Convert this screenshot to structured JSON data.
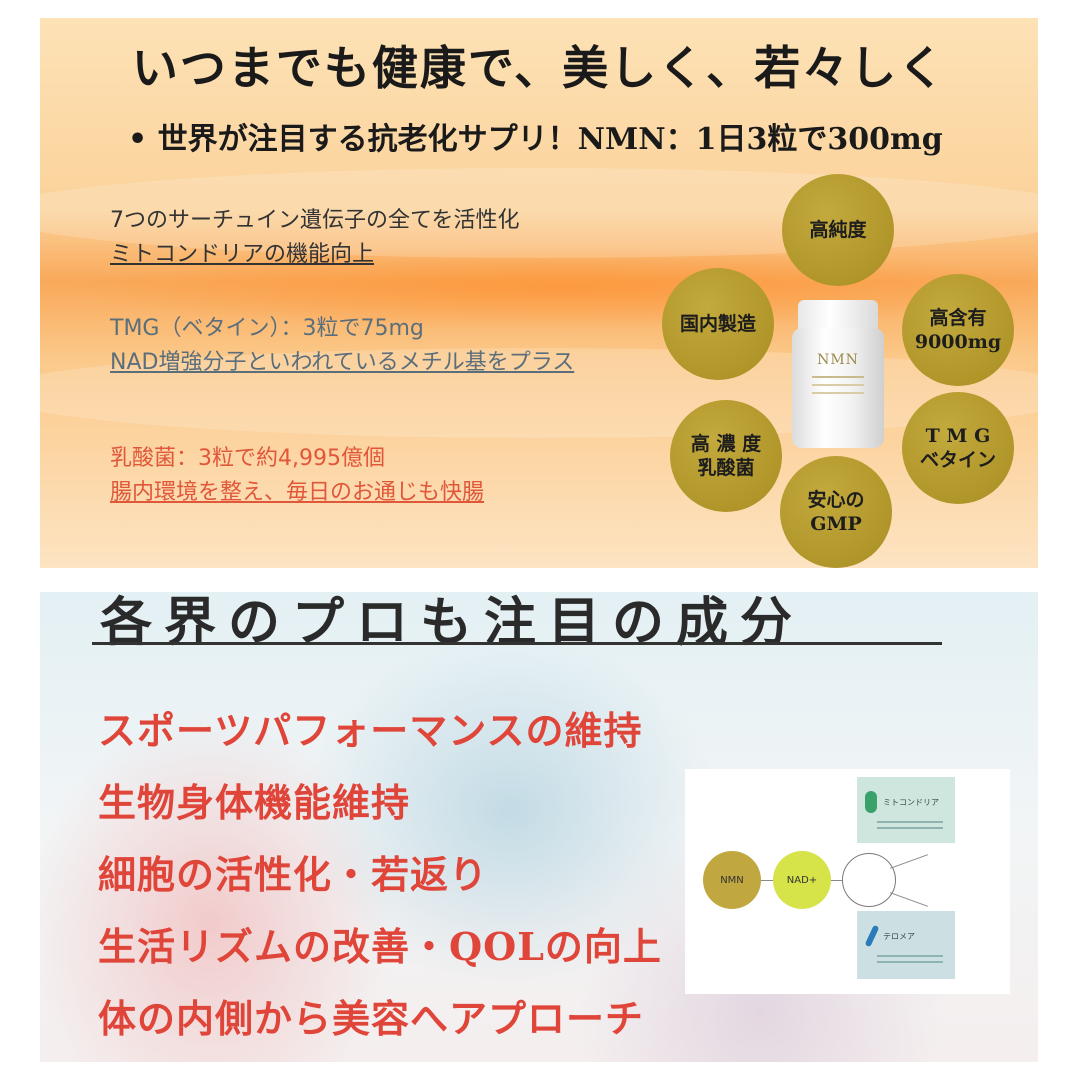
{
  "top": {
    "title": "いつまでも健康で、美しく、若々しく",
    "subtitle": "• 世界が注目する抗老化サプリ！NMN：1日3粒で300mg",
    "features": [
      {
        "line1": "7つのサーチュイン遺伝子の全てを活性化",
        "line2": "ミトコンドリアの機能向上"
      },
      {
        "line1": "TMG（ベタイン）：3粒で75mg",
        "line2": "NAD増強分子といわれているメチル基をプラス"
      },
      {
        "line1": "乳酸菌：3粒で約4,995億個",
        "line2": "腸内環境を整え、毎日のお通じも快腸"
      }
    ],
    "badges": {
      "purity": "高純度",
      "domestic": "国内製造",
      "content": "高含有\n9000mg",
      "lactic": "高 濃 度\n乳酸菌",
      "tmg": "T M G\nベタイン",
      "gmp": "安心の\nGMP"
    },
    "bottle_label": "NMN",
    "badge_color": "#b39a30"
  },
  "bottom": {
    "title": "各界のプロも注目の成分",
    "items": [
      "スポーツパフォーマンスの維持",
      "生物身体機能維持",
      "細胞の活性化・若返り",
      "生活リズムの改善・QOLの向上",
      "体の内側から美容へアプローチ"
    ],
    "accent_color": "#e0453a",
    "diagram": {
      "nmn": "NMN",
      "nad": "NAD+",
      "mito": "ミトコンドリア",
      "telomere": "テロメア"
    }
  }
}
